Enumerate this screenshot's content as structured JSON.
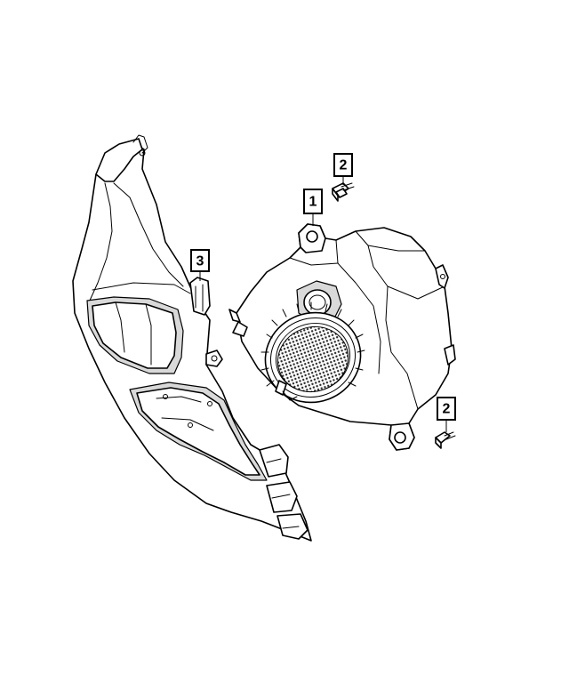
{
  "callouts": [
    {
      "id": "callout-1",
      "label": "1"
    },
    {
      "id": "callout-2-upper",
      "label": "2"
    },
    {
      "id": "callout-2-lower",
      "label": "2"
    },
    {
      "id": "callout-3",
      "label": "3"
    }
  ],
  "colors": {
    "line": "#000000",
    "background": "#ffffff",
    "grille": "#2a2a2a",
    "shade": "#d9d9d9"
  },
  "icons": [
    "speaker-enclosure",
    "screw",
    "trim-panel"
  ]
}
